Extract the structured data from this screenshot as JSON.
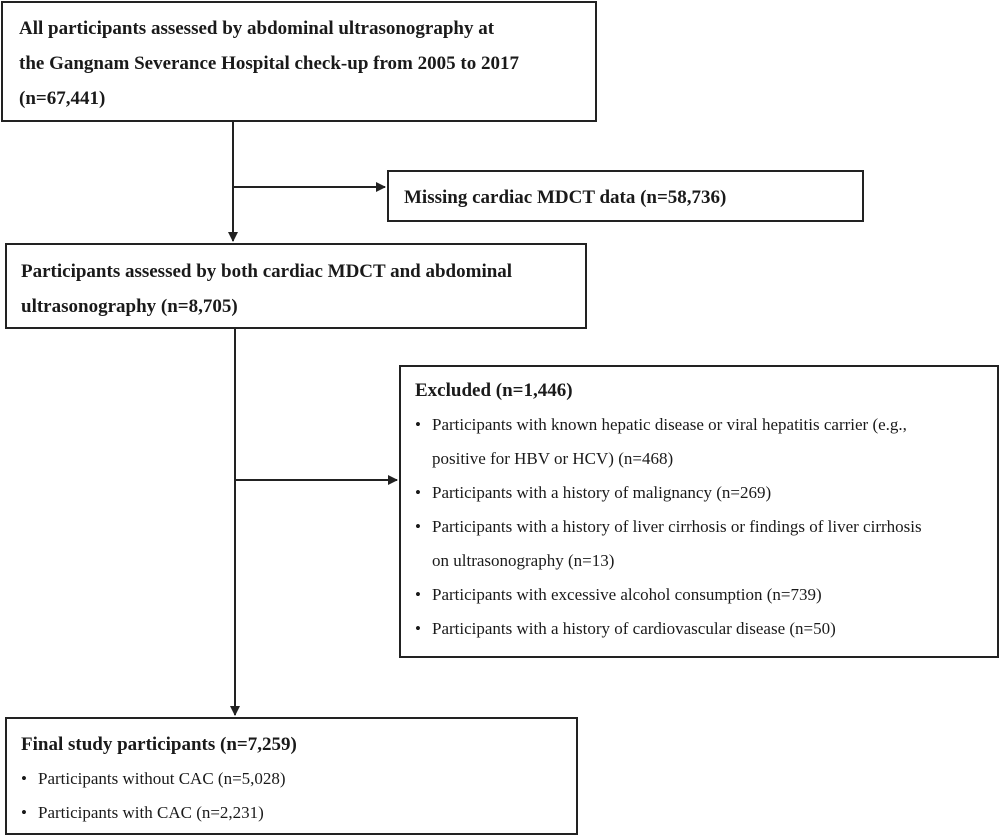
{
  "nodes": {
    "all": {
      "lines": [
        "All participants assessed by abdominal ultrasonography at",
        "the Gangnam Severance Hospital check-up from 2005 to 2017",
        "(n=67,441)"
      ]
    },
    "missing": {
      "text": "Missing cardiac MDCT data (n=58,736)"
    },
    "both": {
      "lines": [
        "Participants assessed by both cardiac MDCT and abdominal",
        "ultrasonography (n=8,705)"
      ]
    },
    "excluded": {
      "title": "Excluded (n=1,446)",
      "items": [
        {
          "lines": [
            "Participants with known hepatic disease or viral hepatitis carrier (e.g.,",
            "positive for HBV or HCV) (n=468)"
          ]
        },
        {
          "lines": [
            "Participants with a history of malignancy (n=269)"
          ]
        },
        {
          "lines": [
            "Participants with a history of liver cirrhosis or findings of liver cirrhosis",
            "on ultrasonography (n=13)"
          ]
        },
        {
          "lines": [
            "Participants with excessive alcohol consumption (n=739)"
          ]
        },
        {
          "lines": [
            "Participants with a history of cardiovascular disease (n=50)"
          ]
        }
      ]
    },
    "final": {
      "title": "Final study participants (n=7,259)",
      "items": [
        {
          "lines": [
            "Participants without CAC (n=5,028)"
          ]
        },
        {
          "lines": [
            "Participants with CAC (n=2,231)"
          ]
        }
      ]
    }
  },
  "bullet_char": "•",
  "line_color": "#222222"
}
